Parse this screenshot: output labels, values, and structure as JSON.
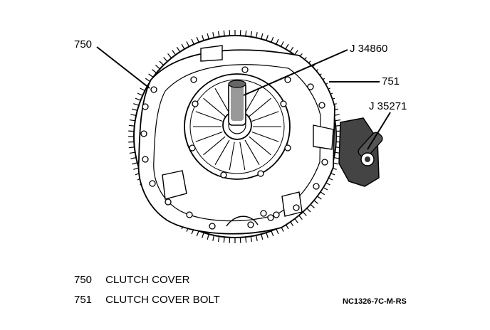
{
  "callouts": {
    "part_750": "750",
    "tool_j34860": "J 34860",
    "part_751": "751",
    "tool_j35271": "J 35271"
  },
  "legend": [
    {
      "number": "750",
      "description": "CLUTCH COVER"
    },
    {
      "number": "751",
      "description": "CLUTCH COVER BOLT"
    }
  ],
  "figure_id": "NC1326-7C-M-RS",
  "colors": {
    "ink": "#000000",
    "paper": "#ffffff",
    "tool_fill": "#444444"
  }
}
